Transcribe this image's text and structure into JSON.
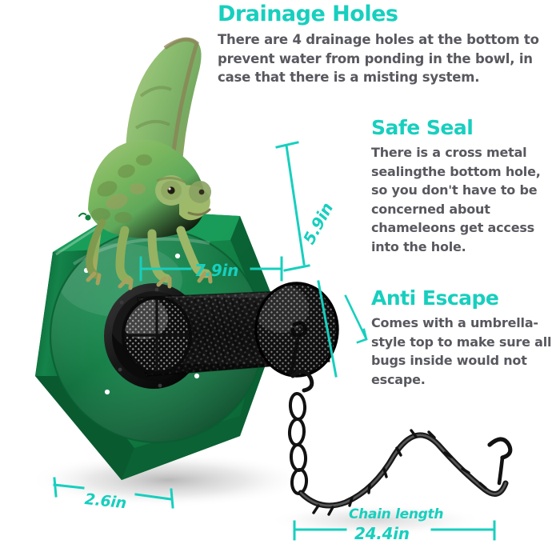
{
  "page": {
    "background": "#ffffff",
    "accent_color": "#17CFBE",
    "body_text_color": "#58585F",
    "product_green": "#12803F",
    "product_black": "#1b1b1b"
  },
  "callouts": [
    {
      "id": "drainage",
      "title": "Drainage Holes",
      "body": "There are 4 drainage holes at the bottom to prevent water from ponding in the bowl, in case that there is a misting system."
    },
    {
      "id": "seal",
      "title": "Safe Seal",
      "body": "There is a cross metal sealingthe bottom hole, so you don't have to be concerned about chameleons get access into the hole."
    },
    {
      "id": "escape",
      "title": "Anti Escape",
      "body": "Comes with a umbrella-style top to make sure all bugs inside would not escape."
    }
  ],
  "dimensions": {
    "width_label": "7.9in",
    "depth_label": "5.9in",
    "thickness_label": "2.6in",
    "chain_caption": "Chain length",
    "chain_label": "24.4in"
  },
  "product": {
    "brand_mark": "logo-badge",
    "bowl_shape": "hexagon",
    "drainage_hole_count": 4,
    "feeder": "mesh-tube",
    "cap": "umbrella-mesh-cap",
    "seal": "cross-metal-seal",
    "chain": "metal-hook-chain"
  },
  "animal": {
    "name": "veiled-chameleon"
  }
}
